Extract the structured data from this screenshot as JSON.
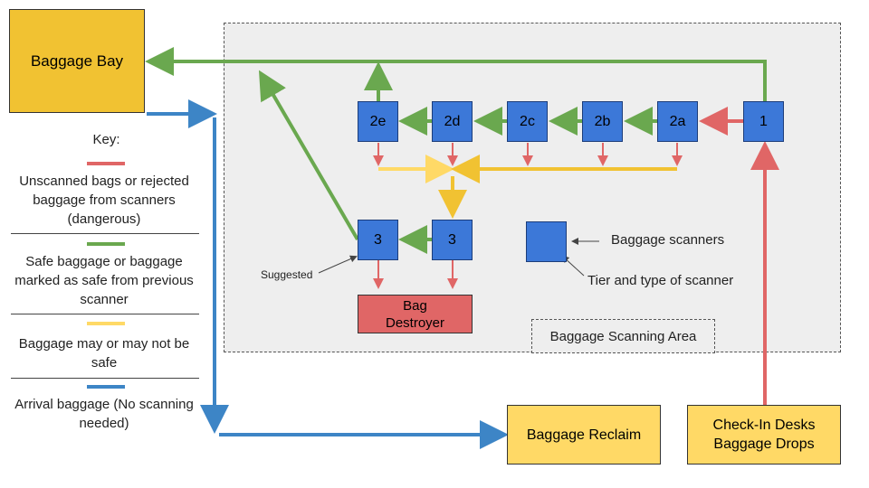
{
  "boxes": {
    "baggage_bay": "Baggage Bay",
    "baggage_reclaim": "Baggage Reclaim",
    "checkin_line1": "Check-In Desks",
    "checkin_line2": "Baggage Drops",
    "destroyer_line1": "Bag",
    "destroyer_line2": "Destroyer",
    "area_label": "Baggage Scanning Area"
  },
  "scanners": {
    "s1": "1",
    "s2a": "2a",
    "s2b": "2b",
    "s2c": "2c",
    "s2d": "2d",
    "s2e": "2e",
    "s3a": "3",
    "s3b": "3"
  },
  "notes": {
    "scanners": "Baggage scanners",
    "tier": "Tier and type of scanner",
    "suggested": "Suggested"
  },
  "legend": {
    "title": "Key:",
    "items": [
      {
        "text": "Unscanned bags or rejected baggage from scanners (dangerous)",
        "color": "#e06666"
      },
      {
        "text": "Safe baggage or baggage marked as safe from previous scanner",
        "color": "#6aa84f"
      },
      {
        "text": "Baggage may or may not be safe",
        "color": "#ffd966"
      },
      {
        "text": "Arrival baggage (No scanning needed)",
        "color": "#3d85c6"
      }
    ]
  },
  "colors": {
    "red": "#e06666",
    "green": "#6aa84f",
    "yellow": "#ffd966",
    "orange": "#f1c232",
    "blue": "#3d85c6",
    "scanner": "#3c78d8"
  }
}
